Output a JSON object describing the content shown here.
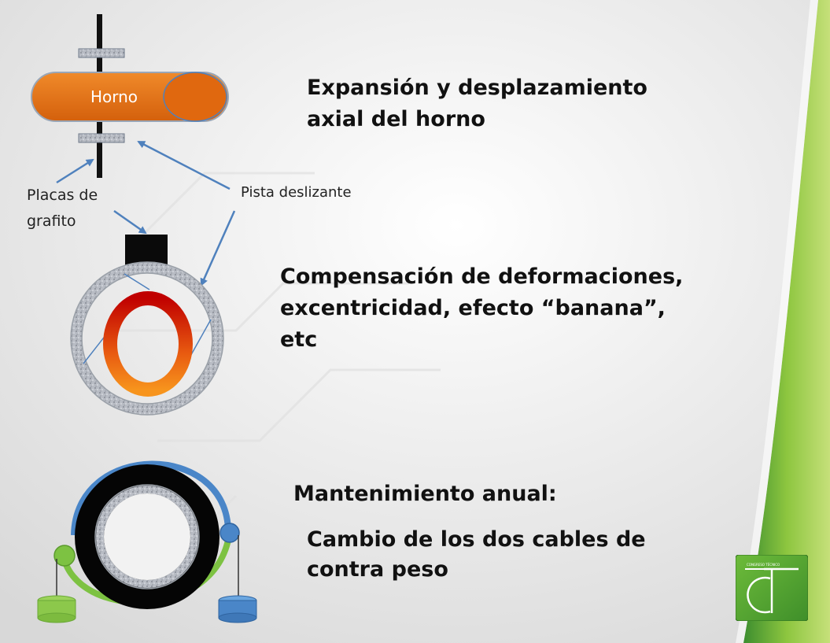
{
  "horno_label": "Horno",
  "placas_label_line1": "Placas de",
  "placas_label_line2": "grafito",
  "pista_label": "Pista deslizante",
  "heading1_line1": "Expansión y desplazamiento",
  "heading1_line2": "axial del horno",
  "heading2_line1": "Compensación de deformaciones,",
  "heading2_line2": "excentricidad, efecto “banana”,",
  "heading2_line3": "etc",
  "heading3": "Mantenimiento anual:",
  "heading4_line1": "Cambio de los dos cables de",
  "heading4_line2": "contra peso",
  "logo_text": "CONGRESO TÉCNICO",
  "colors": {
    "kiln_orange": "#e36c12",
    "arrow_blue": "#4f81bd",
    "accent_green": "#7dc242",
    "weight_blue": "#4a86c8"
  }
}
